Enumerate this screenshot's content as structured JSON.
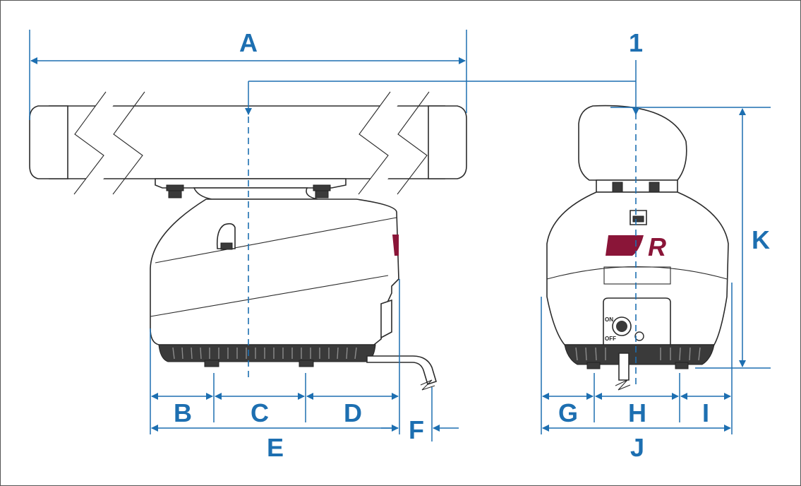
{
  "diagram": {
    "labels": {
      "a": "A",
      "one": "1",
      "b": "B",
      "c": "C",
      "d": "D",
      "e": "E",
      "f": "F",
      "g": "G",
      "h": "H",
      "i": "I",
      "j": "J",
      "k": "K"
    },
    "switch": {
      "on": "ON",
      "off": "OFF"
    },
    "colors": {
      "dimension": "#1d6fb1",
      "logo": "#8a1538",
      "outline": "#2b2b2b",
      "base": "#3a3a3a"
    },
    "logo_letter": "R"
  }
}
